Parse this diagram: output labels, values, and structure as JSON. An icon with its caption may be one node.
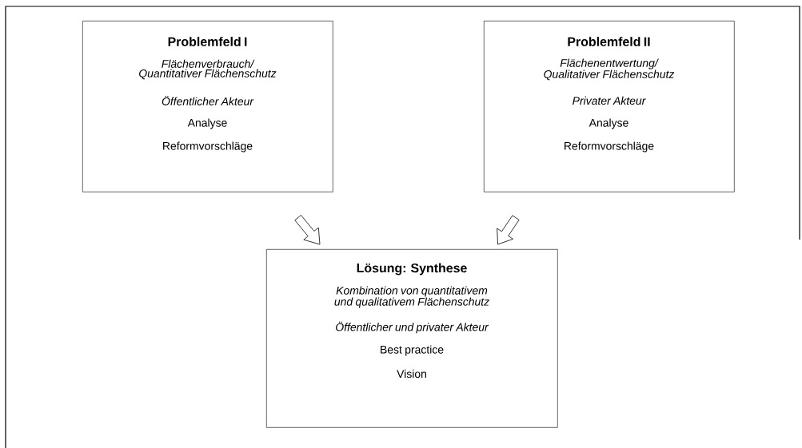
{
  "diagram": {
    "nodes": [
      {
        "text": [
          "Problemfeld I",
          "Flächenverbrauch/ Quantitativer Flächenschutz",
          "Öffentlicher Akteur",
          "Analyse",
          "Reformvorschläge"
        ]
      },
      {
        "text": [
          "Problemfeld II",
          "Flächenentwertung/ Qualitativer Flächenschutz",
          "Privater Akteur",
          "Analyse",
          "Reformvorschläge"
        ]
      },
      {
        "text": [
          "Lösung: Synthese",
          "Kombination von quantitativem und qualitativem Flächenschutz",
          "Öffentlicher und privater Akteur",
          "Best practice",
          "Vision"
        ]
      }
    ],
    "edges": [
      {
        "from": 0,
        "to": 2,
        "arrow": "to"
      },
      {
        "from": 1,
        "to": 2,
        "arrow": "to"
      }
    ]
  }
}
